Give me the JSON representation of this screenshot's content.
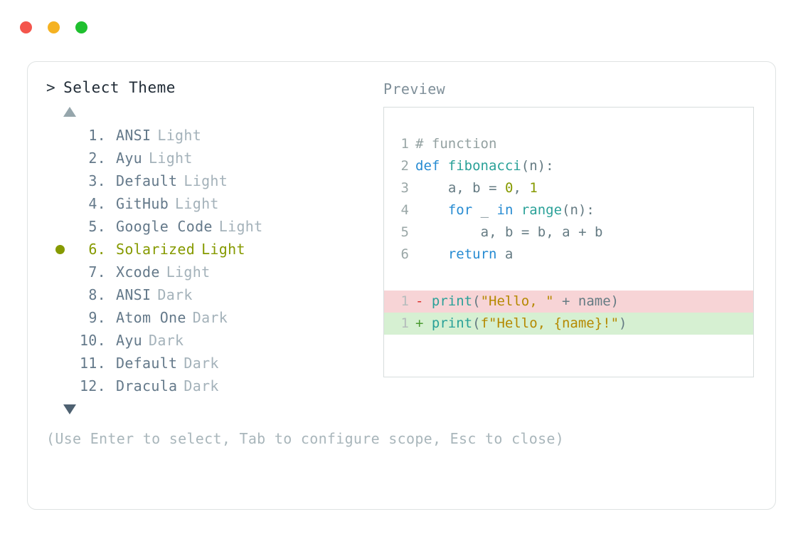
{
  "window": {
    "traffic_lights": [
      {
        "name": "close",
        "color": "#f4554c"
      },
      {
        "name": "minimize",
        "color": "#f5b222"
      },
      {
        "name": "maximize",
        "color": "#1fc02f"
      }
    ]
  },
  "prompt": {
    "chevron": ">",
    "title": "Select Theme"
  },
  "preview": {
    "label": "Preview"
  },
  "scroll": {
    "up_indicator": "▲",
    "down_indicator": "▼"
  },
  "selected_index": 6,
  "selected_color": "#869a00",
  "themes": [
    {
      "num": "1.",
      "name": "ANSI",
      "variant": "Light",
      "selected": false
    },
    {
      "num": "2.",
      "name": "Ayu",
      "variant": "Light",
      "selected": false
    },
    {
      "num": "3.",
      "name": "Default",
      "variant": "Light",
      "selected": false
    },
    {
      "num": "4.",
      "name": "GitHub",
      "variant": "Light",
      "selected": false
    },
    {
      "num": "5.",
      "name": "Google Code",
      "variant": "Light",
      "selected": false
    },
    {
      "num": "6.",
      "name": "Solarized",
      "variant": "Light",
      "selected": true
    },
    {
      "num": "7.",
      "name": "Xcode",
      "variant": "Light",
      "selected": false
    },
    {
      "num": "8.",
      "name": "ANSI",
      "variant": "Dark",
      "selected": false
    },
    {
      "num": "9.",
      "name": "Atom One",
      "variant": "Dark",
      "selected": false
    },
    {
      "num": "10.",
      "name": "Ayu",
      "variant": "Dark",
      "selected": false
    },
    {
      "num": "11.",
      "name": "Default",
      "variant": "Dark",
      "selected": false
    },
    {
      "num": "12.",
      "name": "Dracula",
      "variant": "Dark",
      "selected": false
    }
  ],
  "code": {
    "lines": [
      {
        "ln": "1",
        "text": "# function"
      },
      {
        "ln": "2",
        "text": "def fibonacci(n):"
      },
      {
        "ln": "3",
        "text": "    a, b = 0, 1"
      },
      {
        "ln": "4",
        "text": "    for _ in range(n):"
      },
      {
        "ln": "5",
        "text": "        a, b = b, a + b"
      },
      {
        "ln": "6",
        "text": "    return a"
      }
    ],
    "diff": [
      {
        "ln": "1",
        "sign": "-",
        "text": "print(\"Hello, \" + name)",
        "kind": "del"
      },
      {
        "ln": "1",
        "sign": "+",
        "text": "print(f\"Hello, {name}!\")",
        "kind": "add"
      }
    ]
  },
  "hint": "(Use Enter to select, Tab to configure scope, Esc to close)"
}
